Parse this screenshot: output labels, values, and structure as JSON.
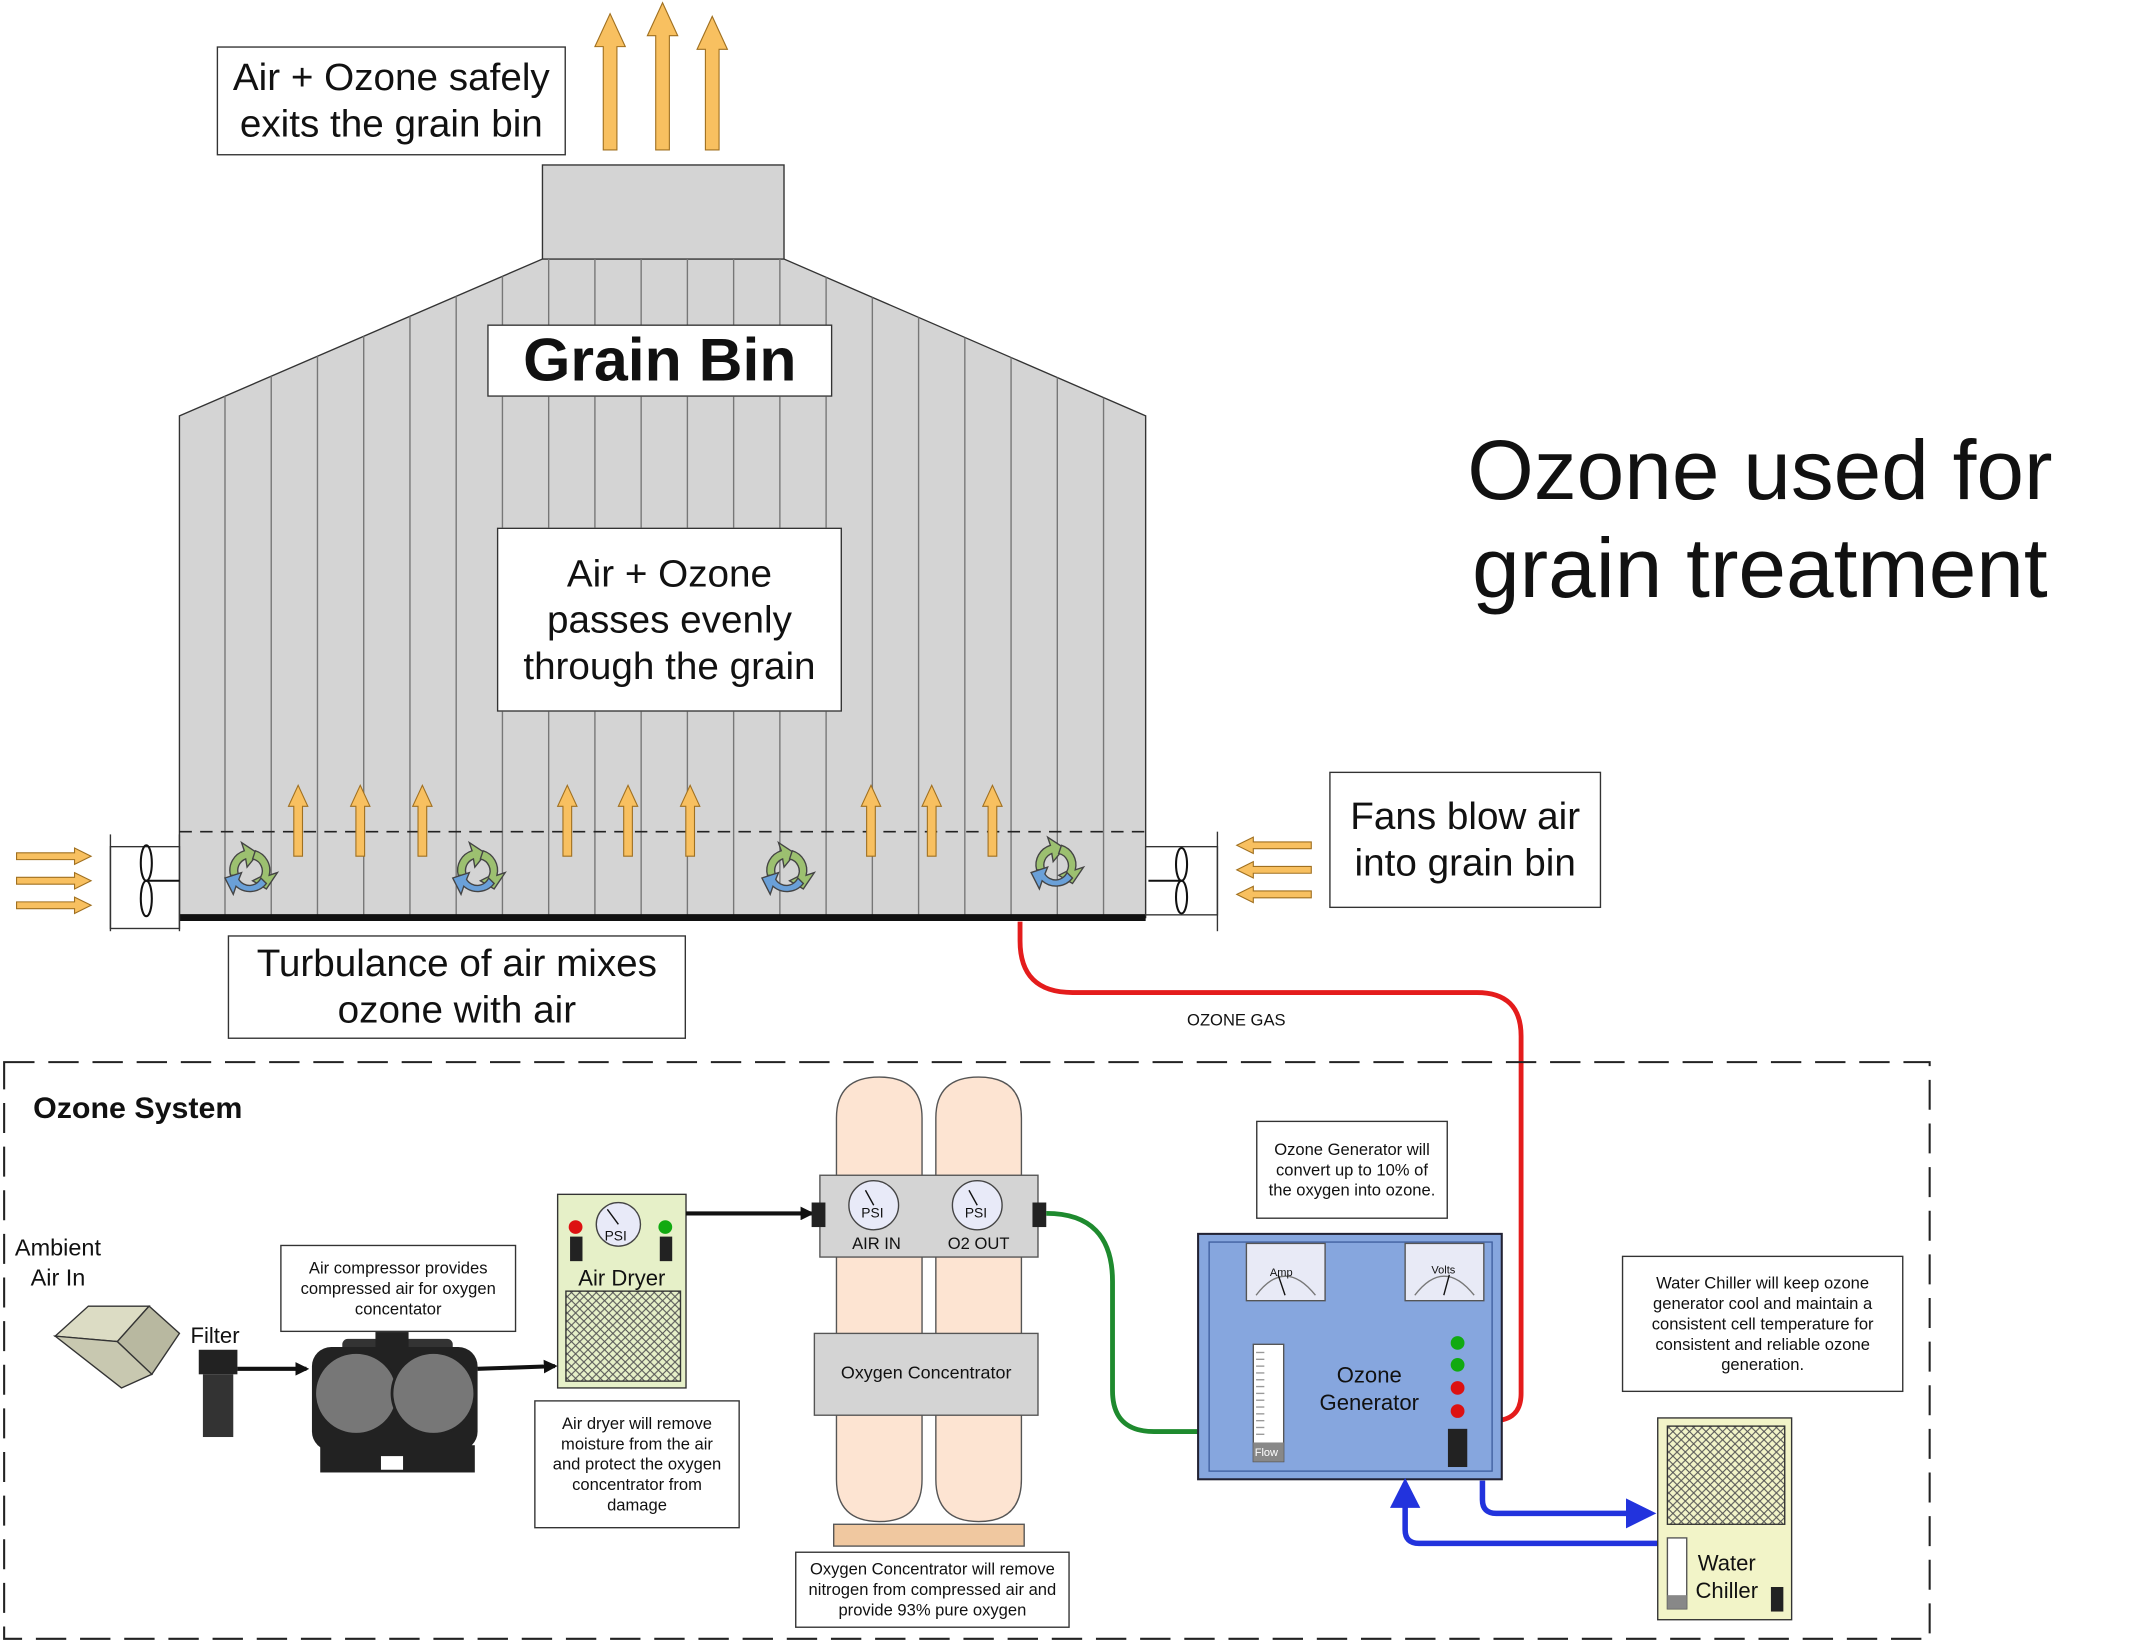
{
  "title": "Ozone used for grain treatment",
  "bin": {
    "label": "Grain Bin",
    "exit_note": "Air + Ozone safely exits the grain bin",
    "pass_note": "Air + Ozone passes evenly through the grain",
    "fans_note": "Fans blow air into grain bin",
    "turbulence_note": "Turbulance of air mixes ozone with air"
  },
  "ozone_gas_label": "OZONE GAS",
  "system": {
    "label": "Ozone System",
    "ambient_air": "Ambient Air In",
    "filter": "Filter",
    "compressor_note": "Air compressor provides compressed air for oxygen concentator",
    "air_dryer": "Air Dryer",
    "psi": "PSI",
    "dryer_note": "Air dryer will remove moisture from the air and protect the oxygen concentrator from damage",
    "air_in": "AIR IN",
    "o2_out": "O2 OUT",
    "concentrator": "Oxygen Concentrator",
    "concentrator_note": "Oxygen Concentrator will remove nitrogen from compressed air and provide 93% pure oxygen",
    "generator_note": "Ozone Generator will convert up to 10% of the oxygen into ozone.",
    "generator": "Ozone Generator",
    "amp": "Amp",
    "volts": "Volts",
    "flow": "Flow",
    "chiller_note": "Water Chiller will keep ozone generator cool and maintain a consistent cell temperature for consistent and reliable ozone generation.",
    "chiller": "Water Chiller"
  },
  "colors": {
    "bin_fill": "#d4d4d4",
    "arrow_orange": "#f8c060",
    "ozone_line": "#e41c1c",
    "oxygen_line": "#1e8a2e",
    "water_line": "#2233dd",
    "generator_blue": "#86a6de"
  }
}
